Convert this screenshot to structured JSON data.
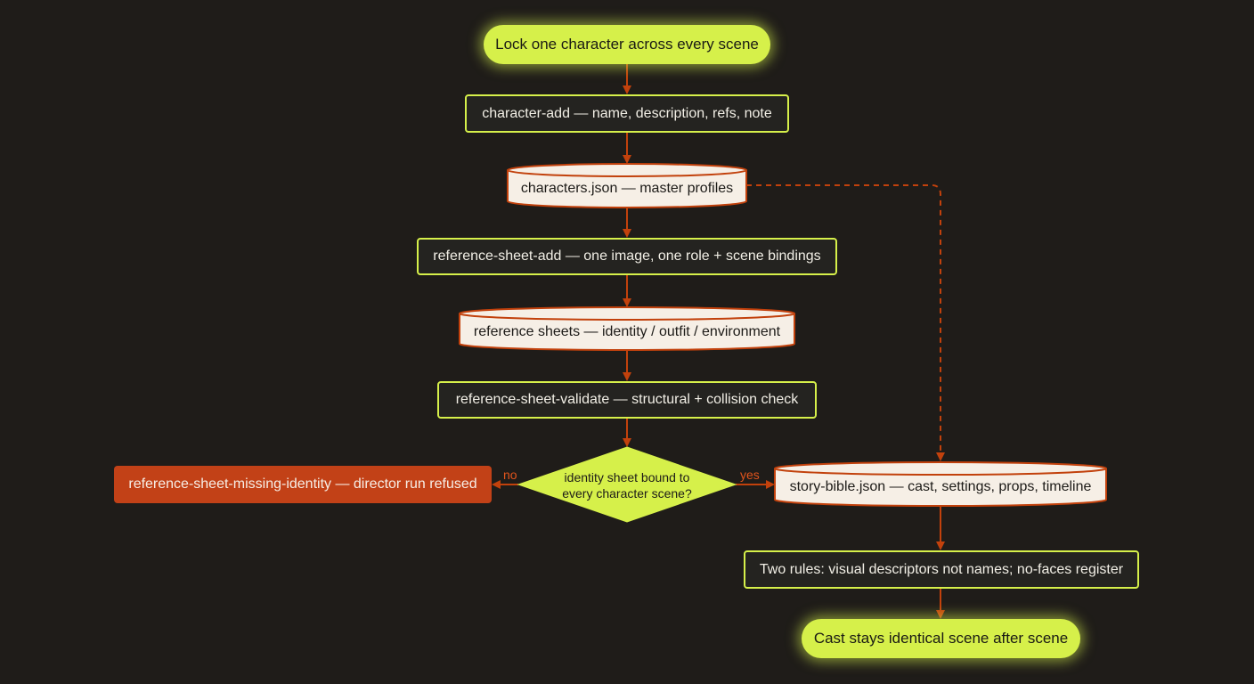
{
  "nodes": {
    "start": "Lock one character across every scene",
    "character_add": "character-add — name, description, refs, note",
    "characters_store": "characters.json — master profiles",
    "ref_sheet_add": "reference-sheet-add — one image, one role + scene bindings",
    "ref_sheets_store": "reference sheets — identity / outfit / environment",
    "ref_sheet_validate": "reference-sheet-validate — structural + collision check",
    "decision": "identity sheet bound to every character scene?",
    "error": "reference-sheet-missing-identity — director run refused",
    "story_bible": "story-bible.json — cast, settings, props, timeline",
    "rules": "Two rules: visual descriptors not names; no-faces register",
    "end": "Cast stays identical scene after scene"
  },
  "edge_labels": {
    "no": "no",
    "yes": "yes"
  },
  "colors": {
    "background": "#1f1c19",
    "accent": "#d6f04a",
    "edge": "#c2410c",
    "store_fill": "#f6efe6",
    "error_fill": "#c24117"
  }
}
